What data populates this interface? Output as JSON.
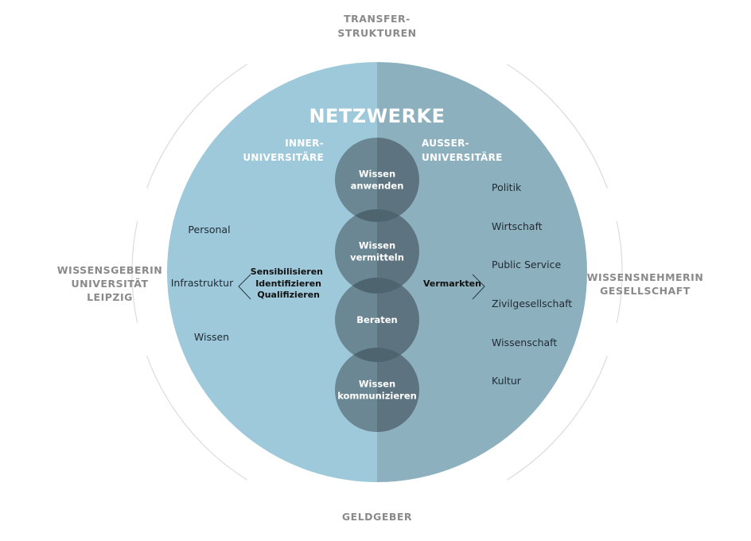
{
  "outer_labels": {
    "top": [
      "TRANSFER-",
      "STRUKTUREN"
    ],
    "left": [
      "WISSENSGEBERIN",
      "UNIVERSITÄT",
      "LEIPZIG"
    ],
    "right": [
      "WISSENSNEHMERIN",
      "GESELLSCHAFT"
    ],
    "bottom": [
      "GELDGEBER"
    ]
  },
  "title": "NETZWERKE",
  "left_header": [
    "INNER-",
    "UNIVERSITÄRE"
  ],
  "right_header": [
    "AUSSER-",
    "UNIVERSITÄRE"
  ],
  "left_items": [
    "Personal",
    "Infrastruktur",
    "Wissen"
  ],
  "right_items": [
    "Politik",
    "Wirtschaft",
    "Public Service",
    "Zivilgesellschaft",
    "Wissenschaft",
    "Kultur"
  ],
  "left_verbs": [
    "Sensibilisieren",
    "Identifizieren",
    "Qualifizieren"
  ],
  "right_verbs": [
    "Vermarkten"
  ],
  "center_circles": [
    [
      "Wissen",
      "anwenden"
    ],
    [
      "Wissen",
      "vermitteln"
    ],
    [
      "Beraten"
    ],
    [
      "Wissen",
      "kommunizieren"
    ]
  ],
  "colors": {
    "left_half": "#9dc9db",
    "right_half": "#8db0be",
    "circle_left": "#6a8793",
    "circle_right": "#5d7480",
    "overlap": "#4e6570",
    "outer_ring": "#dcdcdc",
    "outer_text": "#8a8a8a"
  }
}
